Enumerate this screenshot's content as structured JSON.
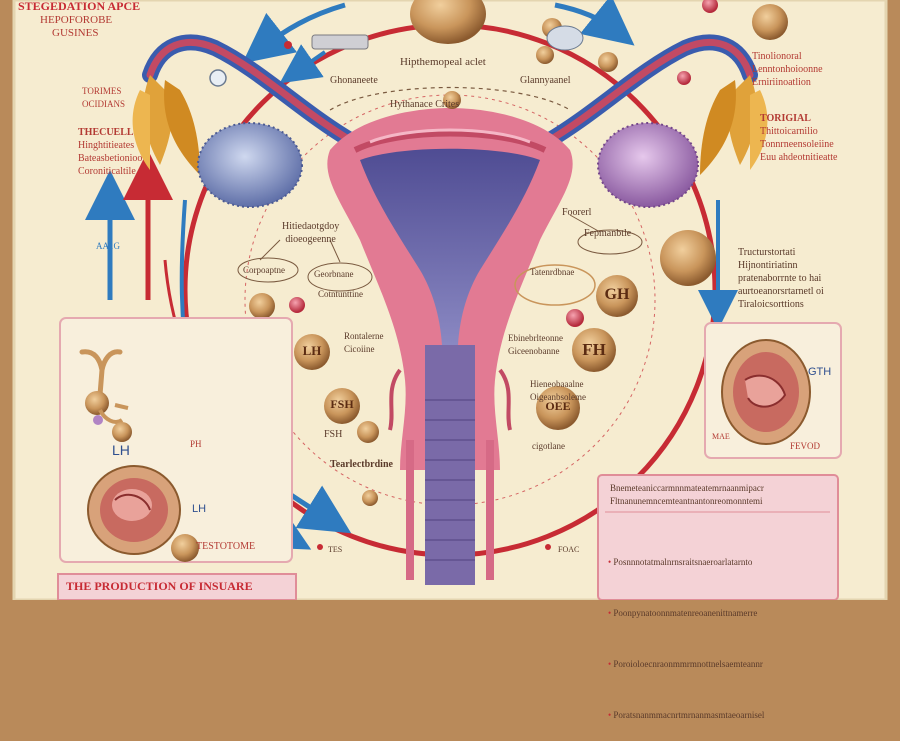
{
  "poster": {
    "header_lines": [
      "STEGEDATION APCE",
      "HEPOFOROBE",
      "GUSINES"
    ],
    "footer_title": "THE PRODUCTION OF INSUARE"
  },
  "labels": {
    "left_upper": [
      "TORIMES",
      "OCIDIANS"
    ],
    "left_mid_title": "THECUELL",
    "left_mid_body": [
      "Hinghtitieates",
      "Bateasbetionioo",
      "Coroniticaltile"
    ],
    "left_arrow_text": "AA1G",
    "left_panel_lh": "LH",
    "left_panel_lh2": "LH",
    "left_panel_caption": "TESTOTOME",
    "left_panel_bullet": "PH",
    "top_center": [
      "Hipthemopeal aclet",
      "Ghonaneete",
      "Hythanace Crites"
    ],
    "top_right": "Glannyaanel",
    "right_upper": [
      "Tinolionoral",
      "Lenntonhoioonne",
      "Erniriinoatlion"
    ],
    "right_mid_title": "TORIGIAL",
    "right_mid_body": [
      "Thittoicarnilio",
      "Tonnrneensoleiine",
      "Euu ahdeotnitieatte"
    ],
    "right_side_block": [
      "Tructurstortati",
      "Hijnontiriatinn",
      "pratenaborrnte to hai",
      "aurtoeanorsrtarnetl oi",
      "Tiraloicsorttions"
    ],
    "center_left": [
      "Hitiedaotgdoy",
      "dioeogeenne"
    ],
    "center_left_oval1": "Corpoaptne",
    "center_left_oval2": "Georbnane",
    "center_left_sub": "Cotntunttine",
    "center_left_lh_note": [
      "Rontalerne",
      "Cicoiine"
    ],
    "center_left_fsh_note": "FSH",
    "center_bottom_left": "Tearlectbrdine",
    "center_right": [
      "Foorerl",
      "Fepmanbtle"
    ],
    "center_right_oval": "Tatenrdbnae",
    "center_right_note1": [
      "Ebinebrlteonne",
      "Giceenobanne"
    ],
    "center_right_note2": [
      "Hieneobaaalne",
      "Oigeanbsoleme"
    ],
    "center_right_bottom": "cigotlane",
    "bottom_small_left": "TES",
    "bottom_small_mid": "FOAC",
    "right_panel_gth": "GTH",
    "right_panel_caption": "FEVOD",
    "right_panel_bullet": "MAE"
  },
  "hormones": {
    "lh": "LH",
    "fsh": "FSH",
    "gh": "GH",
    "fh": "FH",
    "oe": "OEE"
  },
  "info_box": {
    "heading": [
      "Bnemeteaniccarmnnmateatemrnaanmipacr",
      "Fltnanunemncemteantnantonreomonntemi"
    ],
    "bullets": [
      "Posnnnotatmalnrnsraitsnaeroarlatarnto",
      "Poonpynatoonnmatenreoanenittnamerre",
      "Poroioloecnraonmmrmnottnelsaemteannr",
      "Poratsnanmmacnrtmrnanmasmtaeoarnisel"
    ]
  },
  "colors": {
    "paper": "#f6ecd0",
    "wood": "#b98a5a",
    "cycle_red": "#c72b34",
    "arrow_blue": "#2f7bbf",
    "uterus_pink": "#e27a93",
    "cavity_purple": "#6f6aa8",
    "follicle_tan": "#c9955b",
    "ovary_left": "#8f9fcf",
    "ovary_right": "#b184c4",
    "fimbriae_gold": "#e0a23a"
  }
}
